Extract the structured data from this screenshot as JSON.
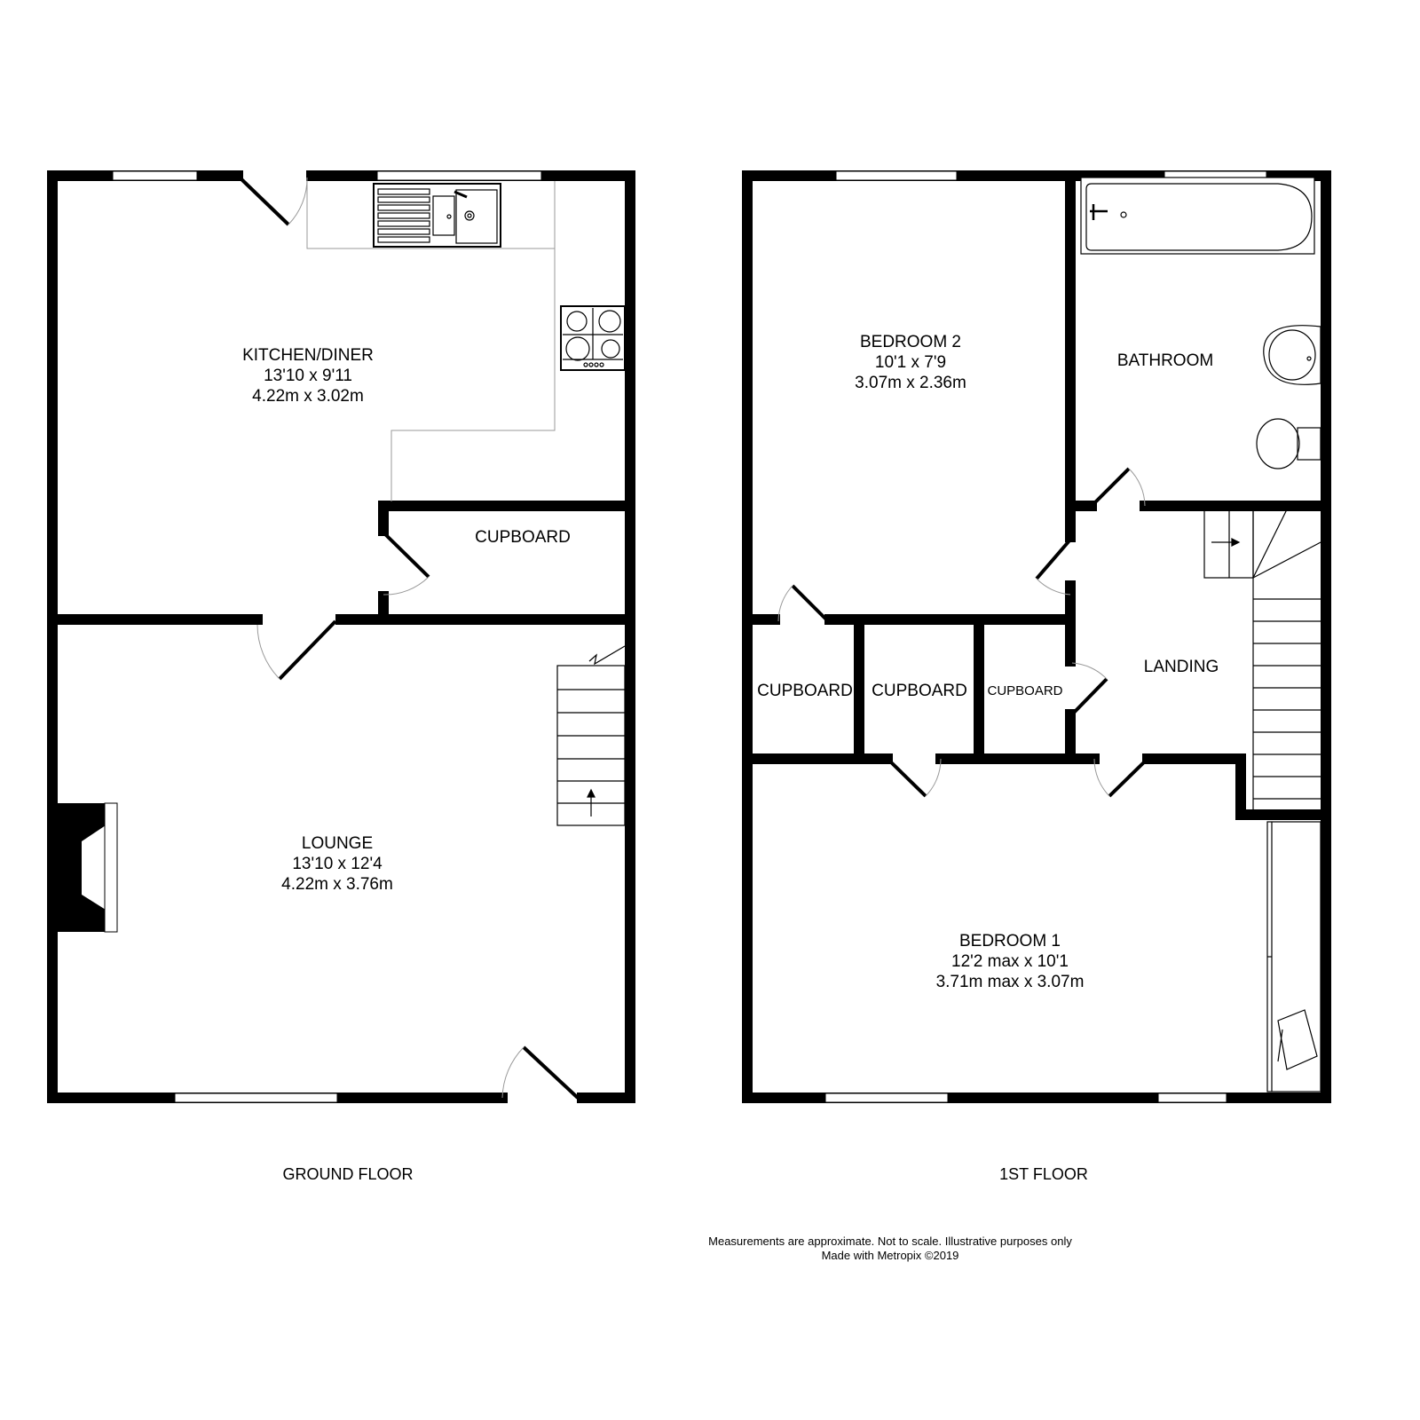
{
  "ground_floor": {
    "title": "GROUND FLOOR",
    "rooms": [
      {
        "name": "KITCHEN/DINER",
        "imperial": "13'10 x 9'11",
        "metric": "4.22m x 3.02m"
      },
      {
        "name": "CUPBOARD"
      },
      {
        "name": "LOUNGE",
        "imperial": "13'10 x 12'4",
        "metric": "4.22m x 3.76m"
      }
    ]
  },
  "first_floor": {
    "title": "1ST FLOOR",
    "rooms": [
      {
        "name": "BEDROOM 2",
        "imperial": "10'1 x 7'9",
        "metric": "3.07m x 2.36m"
      },
      {
        "name": "BATHROOM"
      },
      {
        "name": "CUPBOARD"
      },
      {
        "name": "CUPBOARD"
      },
      {
        "name": "CUPBOARD"
      },
      {
        "name": "LANDING"
      },
      {
        "name": "BEDROOM 1",
        "imperial": "12'2 max x 10'1",
        "metric": "3.71m max x 3.07m"
      }
    ]
  },
  "footer": {
    "line1": "Measurements are approximate.  Not to scale.  Illustrative purposes only",
    "line2": "Made with Metropix ©2019"
  }
}
